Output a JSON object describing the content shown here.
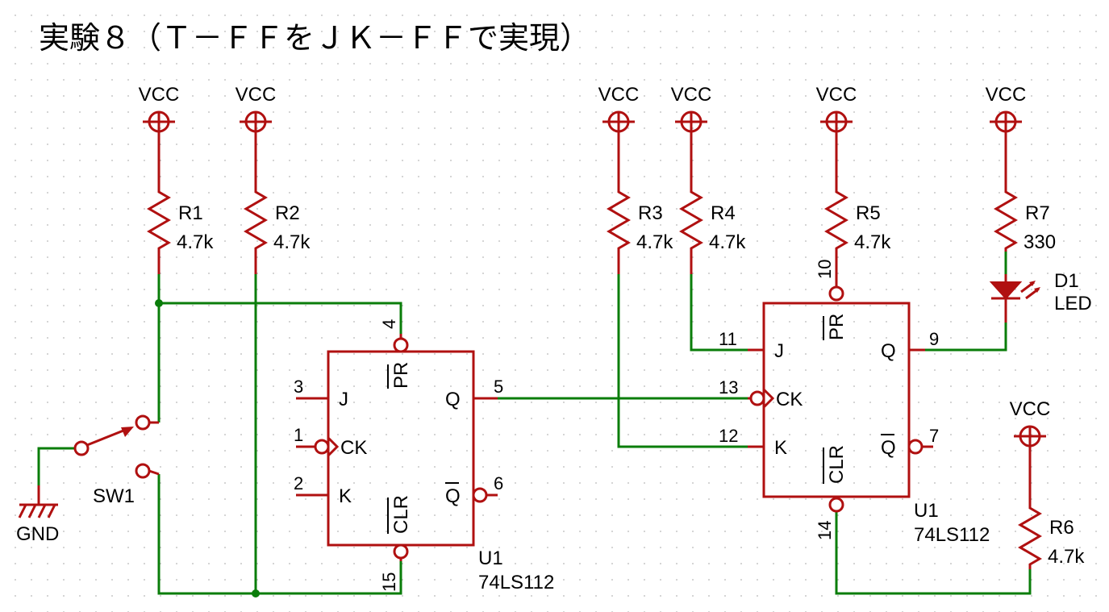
{
  "title": "実験８（Ｔ－ＦＦをＪＫ－ＦＦで実現）",
  "colors": {
    "wire": "#0a7d0a",
    "component": "#b01010",
    "text": "#000000",
    "grid": "#c8c8c8"
  },
  "power": {
    "vcc": "VCC",
    "gnd": "GND"
  },
  "resistors": {
    "r1": {
      "ref": "R1",
      "value": "4.7k"
    },
    "r2": {
      "ref": "R2",
      "value": "4.7k"
    },
    "r3": {
      "ref": "R3",
      "value": "4.7k"
    },
    "r4": {
      "ref": "R4",
      "value": "4.7k"
    },
    "r5": {
      "ref": "R5",
      "value": "4.7k"
    },
    "r6": {
      "ref": "R6",
      "value": "4.7k"
    },
    "r7": {
      "ref": "R7",
      "value": "330"
    }
  },
  "led": {
    "ref": "D1",
    "value": "LED"
  },
  "switch": {
    "ref": "SW1"
  },
  "ic_left": {
    "ref": "U1",
    "part": "74LS112",
    "pins": {
      "j": "J",
      "ck": "CK",
      "k": "K",
      "q": "Q",
      "qbar": "Q",
      "pr": "PR",
      "clr": "CLR"
    },
    "pin_numbers": {
      "j": "3",
      "ck": "1",
      "k": "2",
      "q": "5",
      "qbar": "6",
      "pr": "4",
      "clr": "15"
    }
  },
  "ic_right": {
    "ref": "U1",
    "part": "74LS112",
    "pins": {
      "j": "J",
      "ck": "CK",
      "k": "K",
      "q": "Q",
      "qbar": "Q",
      "pr": "PR",
      "clr": "CLR"
    },
    "pin_numbers": {
      "j": "11",
      "ck": "13",
      "k": "12",
      "q": "9",
      "qbar": "7",
      "pr": "10",
      "clr": "14"
    }
  }
}
